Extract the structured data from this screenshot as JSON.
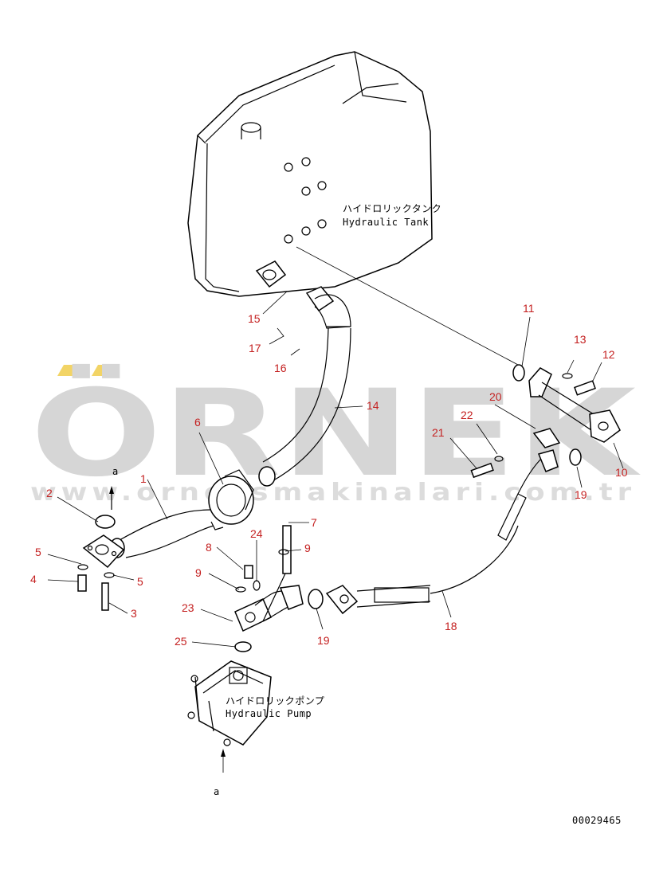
{
  "watermark": {
    "brand": "ÖRNEK",
    "url": "www.orneksmakinalari.com.tr",
    "accent_color": "#f2d466",
    "text_color": "#d6d6d6"
  },
  "labels": {
    "tank_jp": "ハイドロリックタンク",
    "tank_en": "Hydraulic Tank",
    "pump_jp": "ハイドロリックポンプ",
    "pump_en": "Hydraulic Pump",
    "view_a_top": "a",
    "view_a_bottom": "a"
  },
  "part_numbers": {
    "p1": "1",
    "p2": "2",
    "p3": "3",
    "p4": "4",
    "p5a": "5",
    "p5b": "5",
    "p6": "6",
    "p7": "7",
    "p8": "8",
    "p9a": "9",
    "p9b": "9",
    "p10": "10",
    "p11": "11",
    "p12": "12",
    "p13": "13",
    "p14": "14",
    "p15": "15",
    "p16": "16",
    "p17": "17",
    "p18": "18",
    "p19a": "19",
    "p19b": "19",
    "p20": "20",
    "p21": "21",
    "p22": "22",
    "p23": "23",
    "p24": "24",
    "p25": "25"
  },
  "drawing_id": "00029465",
  "part_number_color": "#c42020"
}
